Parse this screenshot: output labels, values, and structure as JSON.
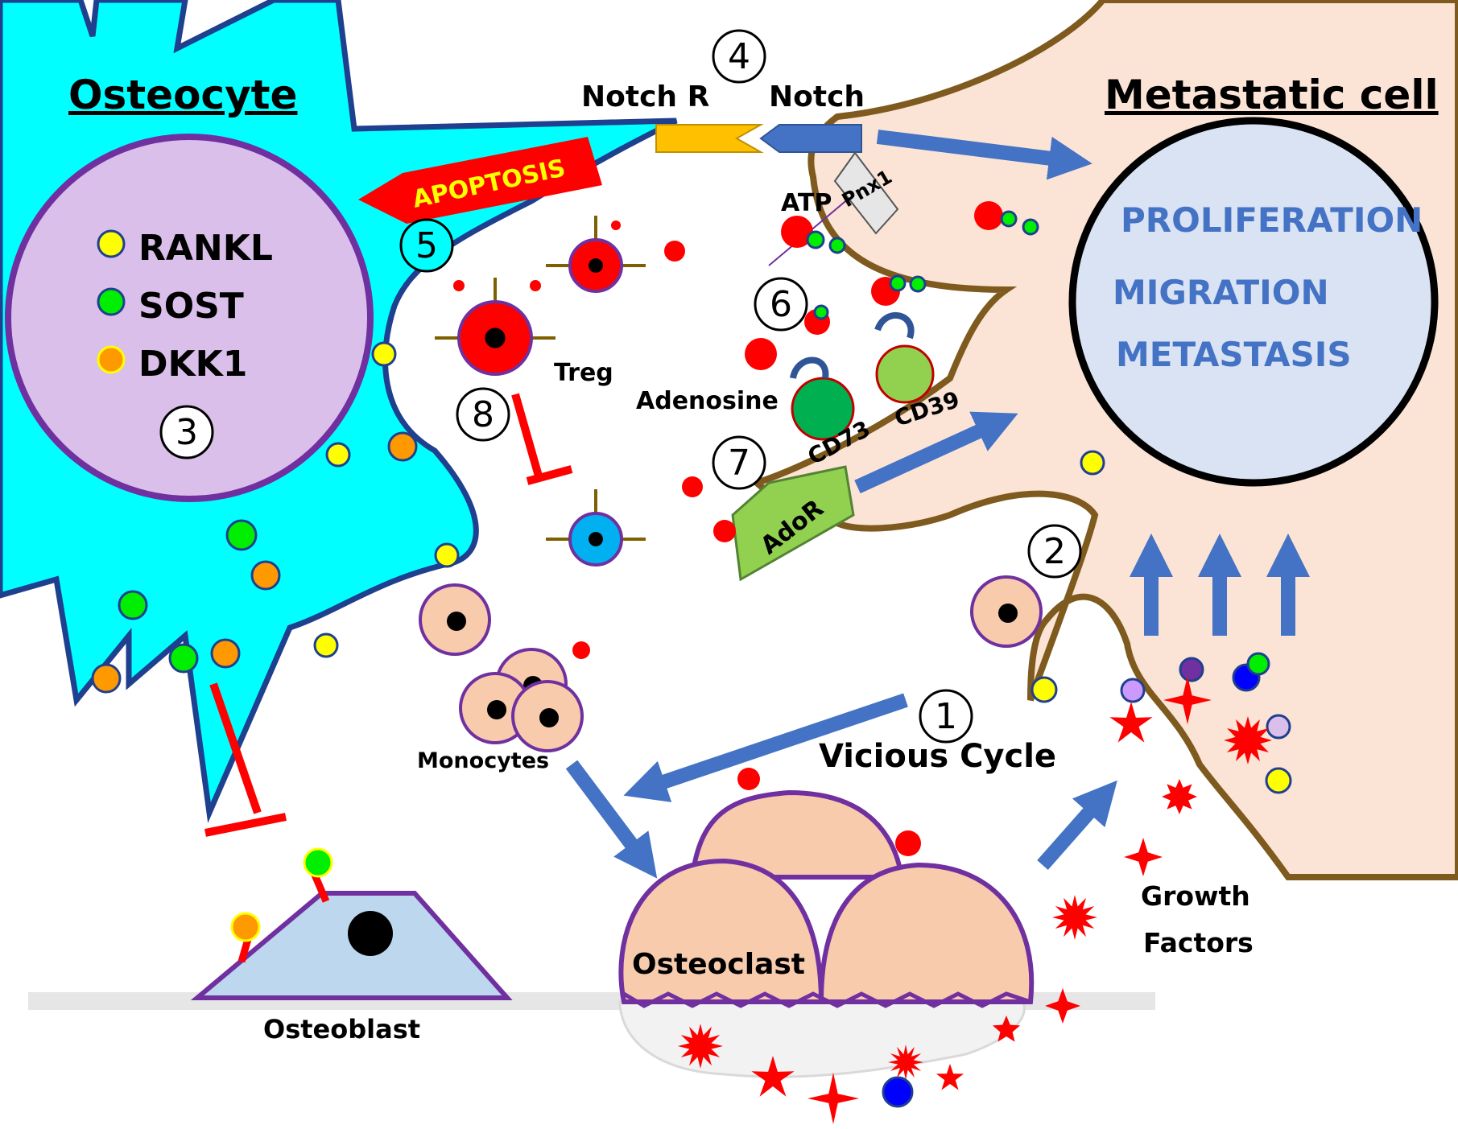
{
  "labels": {
    "osteocyte": "Osteocyte",
    "metastatic_cell": "Metastatic cell",
    "notch_r": "Notch R",
    "notch": "Notch",
    "apoptosis": "APOPTOSIS",
    "atp": "ATP",
    "pnx1": "Pnx1",
    "treg": "Treg",
    "adenosine": "Adenosine",
    "cd73": "CD73",
    "cd39": "CD39",
    "ador": "AdoR",
    "monocytes": "Monocytes",
    "vicious_cycle": "Vicious Cycle",
    "osteoclast": "Osteoclast",
    "osteoblast": "Osteoblast",
    "growth_factors_1": "Growth",
    "growth_factors_2": "Factors"
  },
  "legend": [
    {
      "label": "RANKL",
      "color": "#ffff00"
    },
    {
      "label": "SOST",
      "color": "#00ee00"
    },
    {
      "label": "DKK1",
      "color": "#ff9900"
    }
  ],
  "outcomes": [
    "PROLIFERATION",
    "MIGRATION",
    "METASTASIS"
  ],
  "steps": [
    "1",
    "2",
    "3",
    "4",
    "5",
    "6",
    "7",
    "8"
  ],
  "colors": {
    "osteocyte": "#00ffff",
    "metastatic": "#fbe4d5",
    "arrow": "#4472c4",
    "inhibit": "#ff0000",
    "border_purple": "#7030a0",
    "border_brown": "#7f5a1e"
  }
}
